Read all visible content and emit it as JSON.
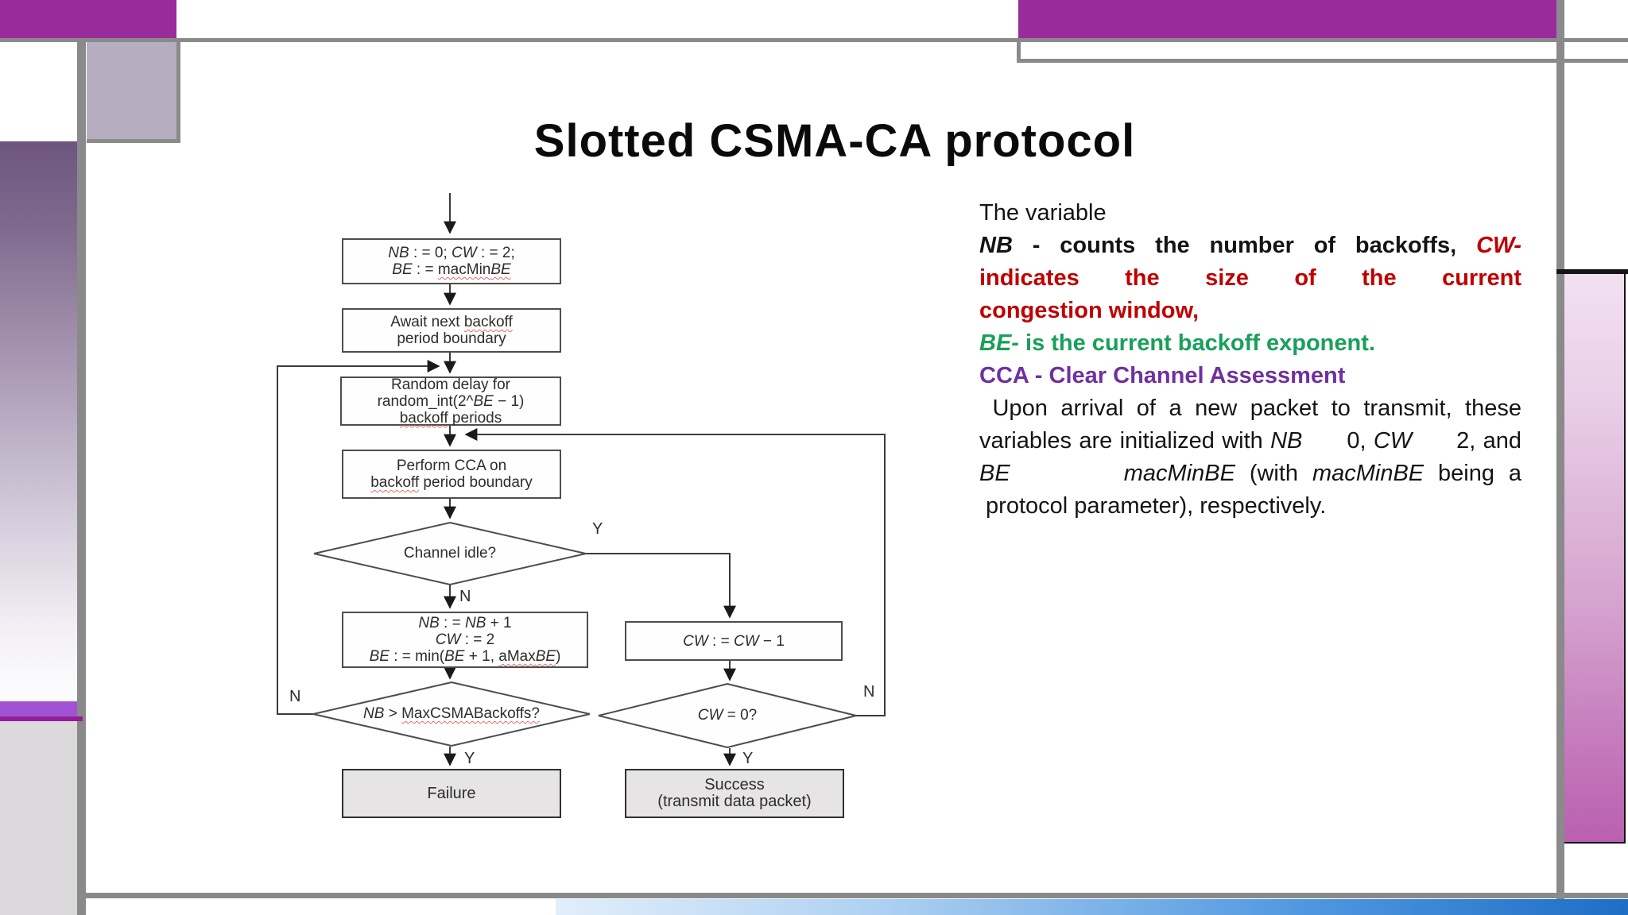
{
  "colors": {
    "magenta_bar": "#9a2b9a",
    "frame_gray": "#8a8a8a",
    "accent_red": "#c00000",
    "accent_green": "#18a05a",
    "accent_purple": "#7030a0",
    "pink_panel": "#ba60b1",
    "bottom_blue": "#1e6ec6",
    "squiggle_red": "#e06d6d"
  },
  "title": "Slotted CSMA-CA protocol",
  "flowchart": {
    "init": {
      "line1": [
        {
          "t": "NB",
          "c": "i"
        },
        {
          "t": " : = 0; "
        },
        {
          "t": "CW",
          "c": "i"
        },
        {
          "t": " : = 2;"
        }
      ],
      "line2": [
        {
          "t": "BE",
          "c": "i"
        },
        {
          "t": " : = "
        },
        {
          "t": "macMin",
          "c": "sq"
        },
        {
          "t": "BE",
          "c": "i sq"
        }
      ]
    },
    "await": {
      "line1": [
        {
          "t": "Await next "
        },
        {
          "t": "backoff",
          "c": "sq"
        }
      ],
      "line2": [
        {
          "t": "period boundary"
        }
      ]
    },
    "random": {
      "line1": [
        {
          "t": "Random delay for"
        }
      ],
      "line2": [
        {
          "t": "random_int(2^"
        },
        {
          "t": "BE",
          "c": "i"
        },
        {
          "t": " − 1)"
        }
      ],
      "line3": [
        {
          "t": "backoff",
          "c": "sq"
        },
        {
          "t": " periods"
        }
      ]
    },
    "cca": {
      "line1": [
        {
          "t": "Perform CCA on"
        }
      ],
      "line2": [
        {
          "t": "backoff",
          "c": "sq"
        },
        {
          "t": " period boundary"
        }
      ]
    },
    "channel_idle": [
      {
        "t": "Channel idle?"
      }
    ],
    "increment": {
      "line1": [
        {
          "t": "NB",
          "c": "i"
        },
        {
          "t": " : = "
        },
        {
          "t": "NB",
          "c": "i"
        },
        {
          "t": " + 1"
        }
      ],
      "line2": [
        {
          "t": "CW",
          "c": "i"
        },
        {
          "t": " : = 2"
        }
      ],
      "line3": [
        {
          "t": "BE",
          "c": "i"
        },
        {
          "t": " : = min("
        },
        {
          "t": "BE",
          "c": "i"
        },
        {
          "t": " + 1, "
        },
        {
          "t": "aMax",
          "c": "sq"
        },
        {
          "t": "BE",
          "c": "i sq"
        },
        {
          "t": ")"
        }
      ]
    },
    "decrement": [
      {
        "t": "CW",
        "c": "i"
      },
      {
        "t": " : = "
      },
      {
        "t": "CW",
        "c": "i"
      },
      {
        "t": " − 1"
      }
    ],
    "max_backoffs": [
      {
        "t": "NB",
        "c": "i"
      },
      {
        "t": " > "
      },
      {
        "t": "MaxCSMABackoffs?",
        "c": "sq"
      }
    ],
    "cw_zero": [
      {
        "t": "CW",
        "c": "i"
      },
      {
        "t": " = 0?"
      }
    ],
    "failure": "Failure",
    "success_line1": "Success",
    "success_line2": "(transmit data packet)",
    "labels": {
      "y1": "Y",
      "n1": "N",
      "n2": "N",
      "y2": "Y",
      "n3": "N",
      "y3": "Y"
    }
  },
  "notes": {
    "intro": "The variable",
    "nb_line": [
      {
        "t": "NB ",
        "c": "i"
      },
      {
        "t": "- counts the number of backoffs, "
      },
      {
        "t": "CW-",
        "c": "i red"
      }
    ],
    "red_line2": "indicates the size of the current",
    "red_line3": "congestion window,",
    "green_line": [
      {
        "t": "BE-",
        "c": "i"
      },
      {
        "t": " is the current backoff exponent."
      }
    ],
    "purple_line": "CCA - Clear Channel Assessment",
    "body": [
      {
        "t": " Upon arrival of a new packet to transmit, these variables are initialized with "
      },
      {
        "t": "NB",
        "c": "i"
      },
      {
        "t": "      0, "
      },
      {
        "t": "CW",
        "c": "i"
      },
      {
        "t": "      2, and "
      },
      {
        "t": "BE",
        "c": "i"
      },
      {
        "t": "        "
      },
      {
        "t": "macMinBE",
        "c": "i"
      },
      {
        "t": " (with "
      },
      {
        "t": "macMinBE",
        "c": "i"
      },
      {
        "t": " being a  protocol parameter), respectively."
      }
    ]
  }
}
